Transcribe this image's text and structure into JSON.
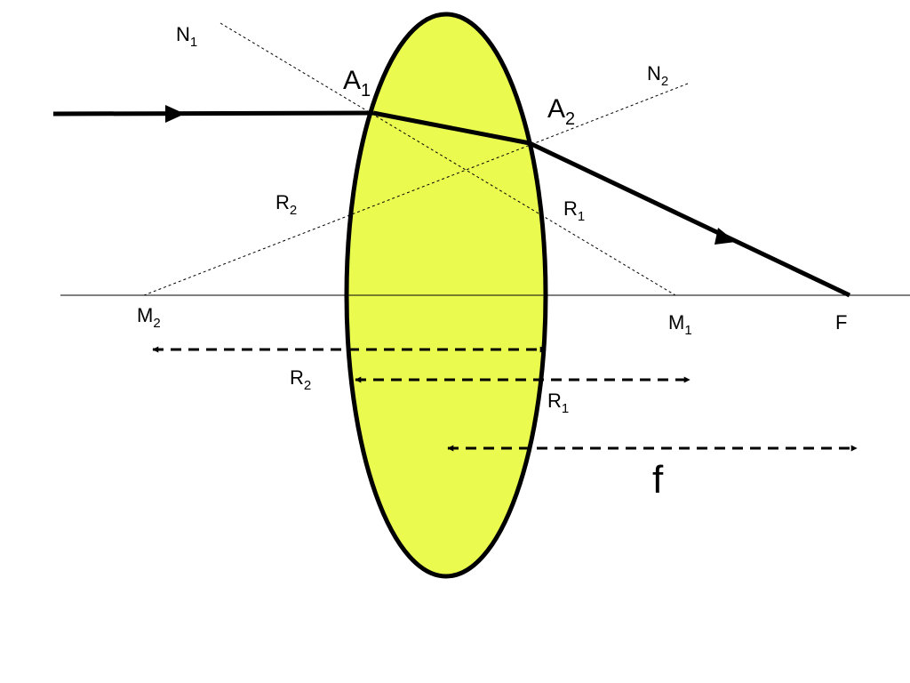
{
  "colors": {
    "lens_fill": "#EAFA4F",
    "ink": "#000000",
    "background": "#FFFFFF"
  },
  "labels": {
    "n1": {
      "main": "N",
      "sub": "1"
    },
    "n2": {
      "main": "N",
      "sub": "2"
    },
    "a1": {
      "main": "A",
      "sub": "1"
    },
    "a2": {
      "main": "A",
      "sub": "2"
    },
    "r1_upper": {
      "main": "R",
      "sub": "1"
    },
    "r2_upper": {
      "main": "R",
      "sub": "2"
    },
    "m1": {
      "main": "M",
      "sub": "1"
    },
    "m2": {
      "main": "M",
      "sub": "2"
    },
    "f_point": {
      "main": "F"
    },
    "r1_lower": {
      "main": "R",
      "sub": "1"
    },
    "r2_lower": {
      "main": "R",
      "sub": "2"
    },
    "focal_length": {
      "main": "f"
    }
  }
}
